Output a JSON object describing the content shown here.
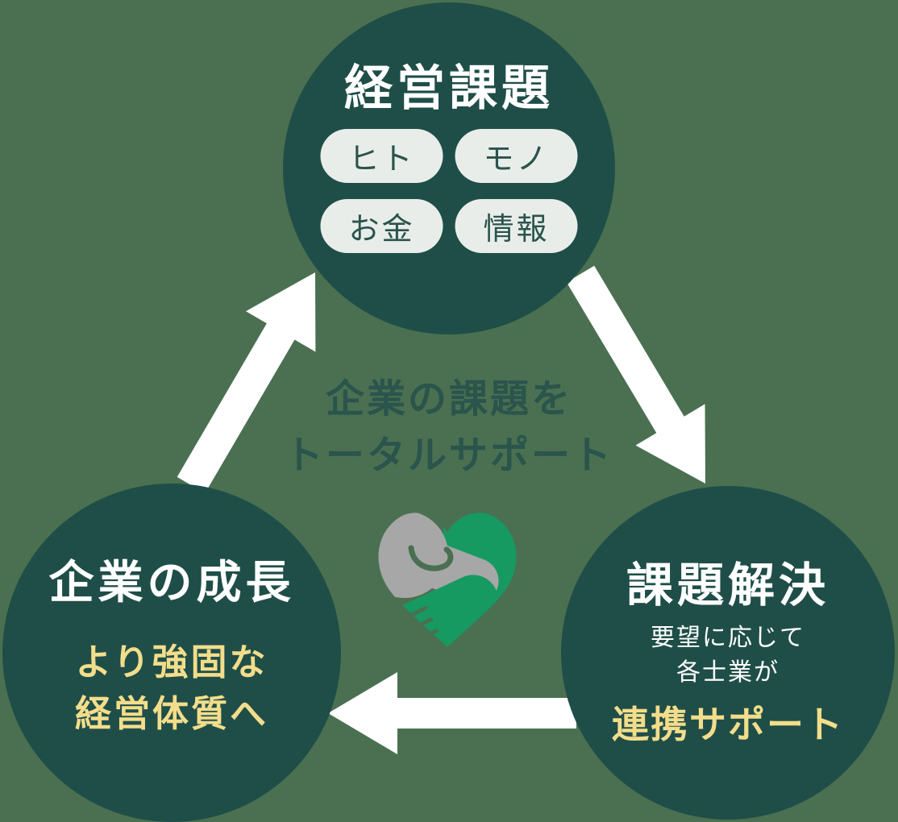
{
  "colors": {
    "background": "#4A7051",
    "circle_fill": "#1F4E48",
    "accent_yellow": "#F3DD8B",
    "pill_background": "#E9EDEA",
    "dark_green_text": "#2A544C",
    "arrow_white": "#FFFFFF",
    "icon_gray": "#A7A7A7",
    "icon_green": "#169A62"
  },
  "center": {
    "heading_line1": "企業の課題を",
    "heading_line2": "トータルサポート",
    "icon": "handshake-heart-icon"
  },
  "circles": {
    "management_issues": {
      "title": "経営課題",
      "tags": [
        "ヒト",
        "モノ",
        "お金",
        "情報"
      ]
    },
    "company_growth": {
      "title": "企業の成長",
      "highlight_line1": "より強固な",
      "highlight_line2": "経営体質へ"
    },
    "problem_solving": {
      "title": "課題解決",
      "note_line1": "要望に応じて",
      "note_line2": "各士業が",
      "highlight": "連携サポート"
    }
  }
}
